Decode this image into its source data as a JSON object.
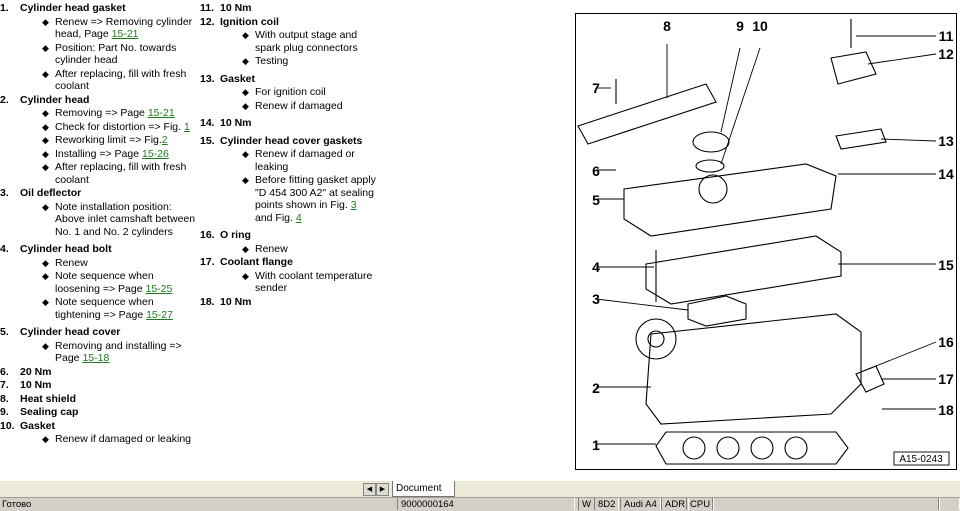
{
  "legend_col1": [
    {
      "number": "1.",
      "title": "Cylinder head gasket",
      "subs": [
        {
          "text": "Renew => Removing cylinder head, Page ",
          "link": "15-21"
        },
        {
          "text": "Position: Part No. towards cylinder head"
        },
        {
          "text": "After replacing, fill with fresh coolant"
        }
      ]
    },
    {
      "number": "2.",
      "title": "Cylinder head",
      "subs": [
        {
          "text": "Removing => Page ",
          "link": "15-21"
        },
        {
          "text": "Check for distortion => Fig. ",
          "link": "1"
        },
        {
          "text": "Reworking limit => Fig.",
          "link": "2"
        },
        {
          "text": "Installing => Page ",
          "link": "15-26"
        },
        {
          "text": "After replacing, fill with fresh coolant"
        }
      ]
    },
    {
      "number": "3.",
      "title": "Oil deflector",
      "subs": [
        {
          "text": "Note installation position: Above inlet camshaft between No. 1 and No. 2 cylinders"
        }
      ]
    },
    {
      "number": "4.",
      "title": "Cylinder head bolt",
      "subs": [
        {
          "text": "Renew"
        },
        {
          "text": "Note sequence when loosening => Page ",
          "link": "15-25"
        },
        {
          "text": "Note sequence when tightening => Page ",
          "link": "15-27"
        }
      ]
    },
    {
      "number": "5.",
      "title": "Cylinder head cover",
      "subs": [
        {
          "text": "Removing and installing => Page ",
          "link": "15-18"
        }
      ]
    },
    {
      "number": "6.",
      "title": "20 Nm",
      "subs": []
    },
    {
      "number": "7.",
      "title": "10 Nm",
      "subs": []
    },
    {
      "number": "8.",
      "title": "Heat shield",
      "subs": []
    },
    {
      "number": "9.",
      "title": "Sealing cap",
      "subs": []
    },
    {
      "number": "10.",
      "title": "Gasket",
      "subs": [
        {
          "text": "Renew if damaged or leaking"
        }
      ]
    }
  ],
  "legend_col2": [
    {
      "number": "11.",
      "title": "10 Nm",
      "subs": []
    },
    {
      "number": "12.",
      "title": "Ignition coil",
      "subs": [
        {
          "text": "With output stage and spark plug connectors"
        },
        {
          "text": "Testing"
        }
      ]
    },
    {
      "number": "13.",
      "title": "Gasket",
      "subs": [
        {
          "text": "For ignition coil"
        },
        {
          "text": "Renew if damaged"
        }
      ]
    },
    {
      "number": "14.",
      "title": "10 Nm",
      "subs": []
    },
    {
      "number": "15.",
      "title": "Cylinder head cover gaskets",
      "subs": [
        {
          "text": "Renew if damaged or leaking"
        },
        {
          "text": "Before fitting gasket apply \"D 454 300 A2\" at sealing points shown in Fig. ",
          "link": "3",
          "after": " and Fig. ",
          "link2": "4"
        }
      ]
    },
    {
      "number": "16.",
      "title": "O ring",
      "subs": [
        {
          "text": "Renew"
        }
      ]
    },
    {
      "number": "17.",
      "title": "Coolant flange",
      "subs": [
        {
          "text": "With coolant temperature sender"
        }
      ]
    },
    {
      "number": "18.",
      "title": "10 Nm",
      "subs": []
    }
  ],
  "diagram": {
    "callouts": [
      "1",
      "2",
      "3",
      "4",
      "5",
      "6",
      "7",
      "8",
      "9",
      "10",
      "11",
      "12",
      "13",
      "14",
      "15",
      "16",
      "17",
      "18"
    ],
    "figure_id": "A15-0243"
  },
  "tabs": {
    "document": "Document"
  },
  "statusbar": {
    "status": "Готово",
    "doc_number": "9000000164",
    "cells": [
      "W",
      "8D2",
      "Audi A4",
      "ADR",
      "CPU"
    ]
  }
}
